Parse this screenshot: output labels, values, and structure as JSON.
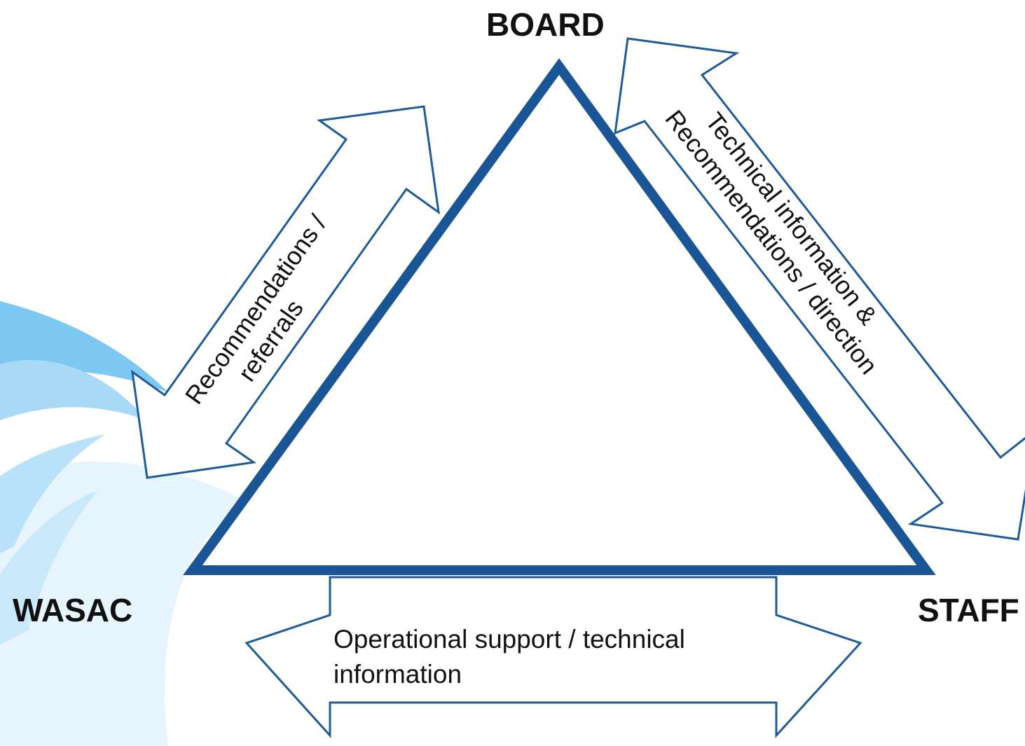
{
  "diagram": {
    "nodes": {
      "top": "BOARD",
      "left": "WASAC",
      "right": "STAFF"
    },
    "arrows": {
      "left_side": {
        "line1": "Recommendations /",
        "line2": "referrals"
      },
      "right_side": {
        "line1": "Technical information &",
        "line2": "Recommendations / direction"
      },
      "bottom": {
        "line1": "Operational support / technical",
        "line2": "information"
      }
    },
    "colors": {
      "triangle": "#1a5596",
      "arrow_outline": "#1f5a99",
      "swoosh_light": "#cfe9fb",
      "swoosh_mid": "#9ed4f7",
      "swoosh_dark": "#6fc0f2"
    }
  }
}
